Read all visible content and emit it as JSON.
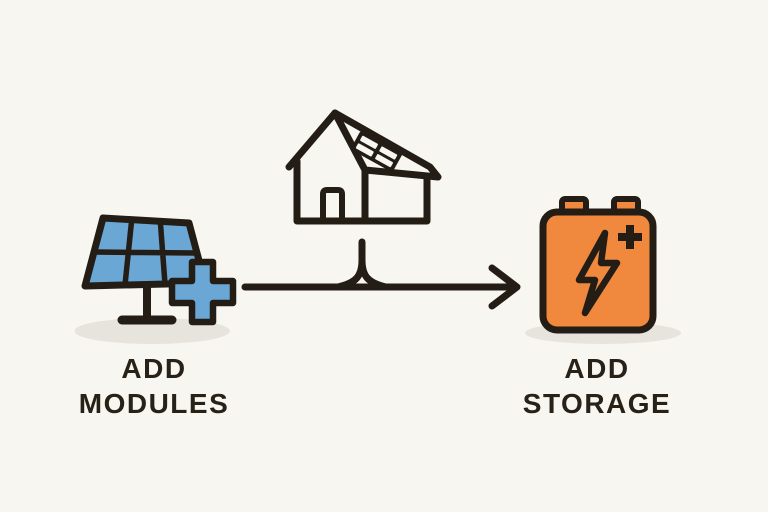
{
  "diagram": {
    "title": "add modules and home feed into add storage",
    "left_item": {
      "label_line1": "ADD",
      "label_line2": "MODULES",
      "icon": "solar-panel-with-plus-icon"
    },
    "center_item": {
      "icon": "house-with-rooftop-solar-icon"
    },
    "connector": {
      "icon": "merge-arrow-right-icon",
      "direction": "right"
    },
    "right_item": {
      "label_line1": "ADD",
      "label_line2": "STORAGE",
      "icon": "battery-with-lightning-bolt-icon"
    }
  },
  "colors": {
    "background": "#F8F6F0",
    "ink": "#231D16",
    "panel_blue": "#6BA7D5",
    "battery_orange": "#F0883E",
    "shadow": "#E7E4DD",
    "text": "#272118"
  }
}
